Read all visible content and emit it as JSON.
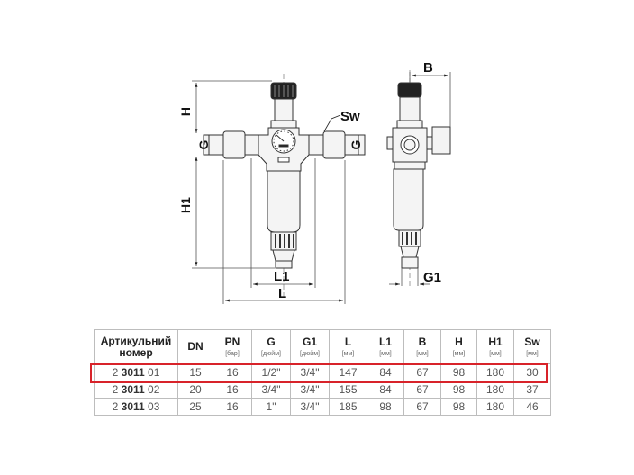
{
  "drawing": {
    "front_view": {
      "labels": {
        "H": "H",
        "G_left": "G",
        "G_right": "G",
        "H1": "H1",
        "Sw": "Sw",
        "L1": "L1",
        "L": "L"
      }
    },
    "side_view": {
      "labels": {
        "B": "B",
        "G1": "G1"
      }
    },
    "colors": {
      "line": "#333333",
      "fill_light": "#f2f2f2",
      "knob": "#222222"
    }
  },
  "table": {
    "headers": [
      {
        "name": "Артикульний номер",
        "unit": ""
      },
      {
        "name": "DN",
        "unit": ""
      },
      {
        "name": "PN",
        "unit": "[бар]"
      },
      {
        "name": "G",
        "unit": "[дюйм]"
      },
      {
        "name": "G1",
        "unit": "[дюйм]"
      },
      {
        "name": "L",
        "unit": "[мм]"
      },
      {
        "name": "L1",
        "unit": "[мм]"
      },
      {
        "name": "B",
        "unit": "[мм]"
      },
      {
        "name": "H",
        "unit": "[мм]"
      },
      {
        "name": "H1",
        "unit": "[мм]"
      },
      {
        "name": "Sw",
        "unit": "[мм]"
      }
    ],
    "header_line1": "Артикульний",
    "header_line2": "номер",
    "rows": [
      {
        "art_prefix": "2 ",
        "art_bold": "3011",
        "art_suffix": " 01",
        "DN": "15",
        "PN": "16",
        "G": "1/2\"",
        "G1": "3/4\"",
        "L": "147",
        "L1": "84",
        "B": "67",
        "H": "98",
        "H1": "180",
        "Sw": "30",
        "highlighted": true
      },
      {
        "art_prefix": "2 ",
        "art_bold": "3011",
        "art_suffix": " 02",
        "DN": "20",
        "PN": "16",
        "G": "3/4\"",
        "G1": "3/4\"",
        "L": "155",
        "L1": "84",
        "B": "67",
        "H": "98",
        "H1": "180",
        "Sw": "37",
        "highlighted": false
      },
      {
        "art_prefix": "2 ",
        "art_bold": "3011",
        "art_suffix": " 03",
        "DN": "25",
        "PN": "16",
        "G": "1\"",
        "G1": "3/4\"",
        "L": "185",
        "L1": "98",
        "B": "67",
        "H": "98",
        "H1": "180",
        "Sw": "46",
        "highlighted": false
      }
    ],
    "highlight_color": "#d8232a"
  }
}
